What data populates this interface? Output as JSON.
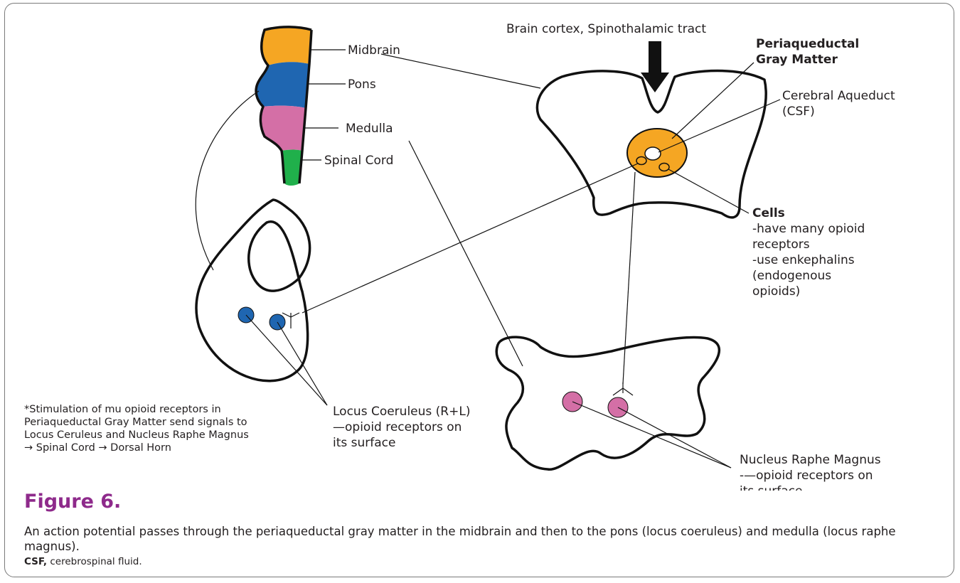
{
  "figure": {
    "title": "Figure 6.",
    "caption": "An action potential passes through the periaqueductal gray matter in the midbrain and then to the pons (locus coeruleus) and medulla (locus raphe magnus).",
    "abbrev_term": "CSF,",
    "abbrev_def": " cerebrospinal fluid."
  },
  "brainstem": {
    "midbrain": "Midbrain",
    "pons": "Pons",
    "medulla": "Medulla",
    "spinal_cord": "Spinal Cord"
  },
  "midbrain_section": {
    "input": "Brain cortex, Spinothalamic tract",
    "pag_line1": "Periaqueductal",
    "pag_line2": "Gray Matter",
    "aqueduct_line1": "Cerebral Aqueduct",
    "aqueduct_line2": "(CSF)",
    "cells_title": "Cells",
    "cells_lines": [
      "-have many opioid",
      " receptors",
      "-use enkephalins",
      " (endogenous",
      " opioids)"
    ]
  },
  "pons_section": {
    "lc_lines": [
      "Locus Coeruleus (R+L)",
      "—opioid receptors on",
      "its surface"
    ]
  },
  "medulla_section": {
    "nrm_lines": [
      "Nucleus Raphe Magnus",
      "-—opioid receptors on",
      "its surface"
    ]
  },
  "footnote": [
    "*Stimulation of mu opioid receptors in",
    "Periaqueductal Gray Matter send signals to",
    "Locus Ceruleus and Nucleus Raphe Magnus",
    "→ Spinal Cord → Dorsal Horn"
  ],
  "colors": {
    "midbrain": "#f5a623",
    "pons": "#1f66b1",
    "medulla": "#d46fa6",
    "spinal_cord": "#20b04b",
    "title": "#8e2a8b"
  }
}
